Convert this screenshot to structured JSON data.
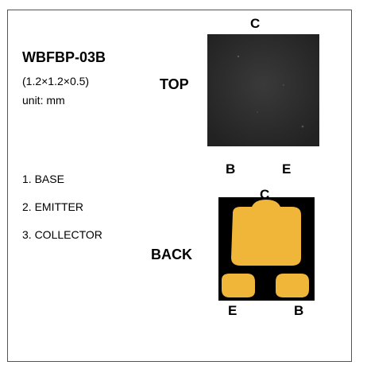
{
  "part_number": "WBFBP-03B",
  "dimensions": "(1.2×1.2×0.5)",
  "unit": "unit: mm",
  "pins": [
    {
      "label": "1. BASE"
    },
    {
      "label": "2. EMITTER"
    },
    {
      "label": "3. COLLECTOR"
    }
  ],
  "top_view": {
    "label": "TOP",
    "pin_top": "C",
    "pin_bottom_left": "B",
    "pin_bottom_right": "E",
    "body_color": "#303030"
  },
  "back_view": {
    "label": "BACK",
    "pin_top": "C",
    "pin_bottom_left": "E",
    "pin_bottom_right": "B",
    "pad_color": "#f0b63a",
    "background_color": "#000000"
  }
}
